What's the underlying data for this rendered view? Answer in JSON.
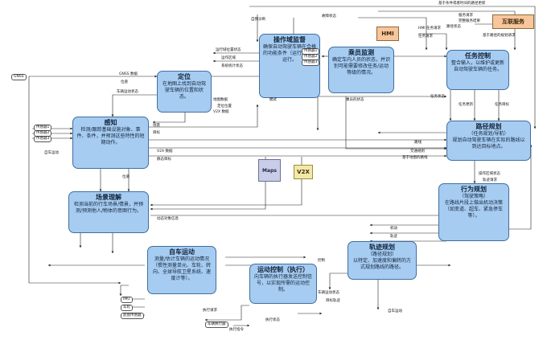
{
  "modules": {
    "operation": {
      "title": "操作域监督",
      "desc": "确保自动驾驶车辆在合格的功能条件（运行域）内运行。"
    },
    "occupant": {
      "title": "乘员监测",
      "desc": "确定车内人员的状态，并识别可能需要修改任务/运动等级的情况。"
    },
    "mission": {
      "title": "任务控制",
      "desc": "整合输入，以维护或更新自动驾驶车辆的任务。"
    },
    "localization": {
      "title": "定位",
      "desc": "在地图上找到自动驾驶车辆的位置和状态。"
    },
    "perception": {
      "title": "感知",
      "desc": "检测/跟踪基础设施对象、事件、条件，并预测这些特性的短期动作。"
    },
    "route": {
      "title": "路径规划",
      "sub": "（任务规划/导航）",
      "desc": "规划自动驾驶车辆在实际的路线以到达目标地点。"
    },
    "scene": {
      "title": "场景理解",
      "desc": "检测当前的行车场景/情景，并预测/预测他人/物体的意图行为。"
    },
    "behavior": {
      "title": "行为规划",
      "sub": "（驾驶策略）",
      "desc": "在路线片段上做出机动决策（如变道、超车、紧急停车等）。"
    },
    "ego": {
      "title": "自车运动",
      "desc": "测量/估计车辆的运动情况（惯性测量单元、车轮、转向、全球导航卫星系统、速度计等）。"
    },
    "trajectory": {
      "title": "轨迹规划",
      "sub": "（路径规划）",
      "desc": "以特定、加速度和偏转的方式规划路线的路径。"
    },
    "motion": {
      "title": "运动控制（执行）",
      "desc": "向车辆的执行器发送控制信号，以实现所需的运动控制。"
    }
  },
  "externals": {
    "hmi": "HMI",
    "internet": "互联服务",
    "maps": "Maps",
    "v2x": "V2X"
  },
  "sensors": {
    "gnss": "GNSS",
    "perception": [
      "传感器1",
      "传感器2",
      "传感器3"
    ],
    "occupant": [
      "传感器1",
      "传感器2",
      "传感器3"
    ],
    "imu": "IMU",
    "wheel": "车轮",
    "steering": "底盘传感器"
  },
  "actuators": {
    "main": "车辆执行器"
  },
  "labels": {
    "top_a": "基于条件或者时间的路径更新",
    "top_b": "故障状态",
    "top_c": "自我诊断",
    "svc_req": "服务请求",
    "svc_res": "完整服务结果",
    "svc_state": "路径状态",
    "hmi_task": "HMI 任务请求",
    "mission_req": "任务请求",
    "loc_status": "运行域位置状态",
    "odd_ops": "运作区域",
    "vehicle_state": "系统统计状态",
    "traffic_ctx": "操作区域状态",
    "gnss_data": "GNSS 数据",
    "pose": "位姿",
    "vehicle_motion": "车辆运动状态",
    "map_data": "地图数据",
    "loc_pose": "定位位置",
    "v2x_data": "V2X 数据",
    "v2x_data2": "V2X 数据",
    "occ_state": "乘员的状态",
    "mission_status": "任务状态",
    "mission_upd": "任务更新",
    "mission_goal": "任务目标",
    "scene_out": "场景",
    "objects": "目标",
    "static_obj": "静态目标",
    "traffic_rules": "交通规则",
    "ego_motion": "自车运动",
    "pose2": "位姿",
    "mode": "模式",
    "route_out": "路线",
    "route_plan": "基于地图的路线",
    "path_update": "基于路径的规划请求",
    "traj_request": "轨迹请求",
    "obj_info": "动态对象信息",
    "manoeuvre": "机动",
    "traj_plan": "轨迹",
    "control_out": "控制",
    "exec_req": "执行请求",
    "exec_cmd": "执行指令",
    "motion_state": "车辆运动状态",
    "target": "目标轨迹",
    "ego_state": "自车运动",
    "exec_status": "执行状态"
  }
}
